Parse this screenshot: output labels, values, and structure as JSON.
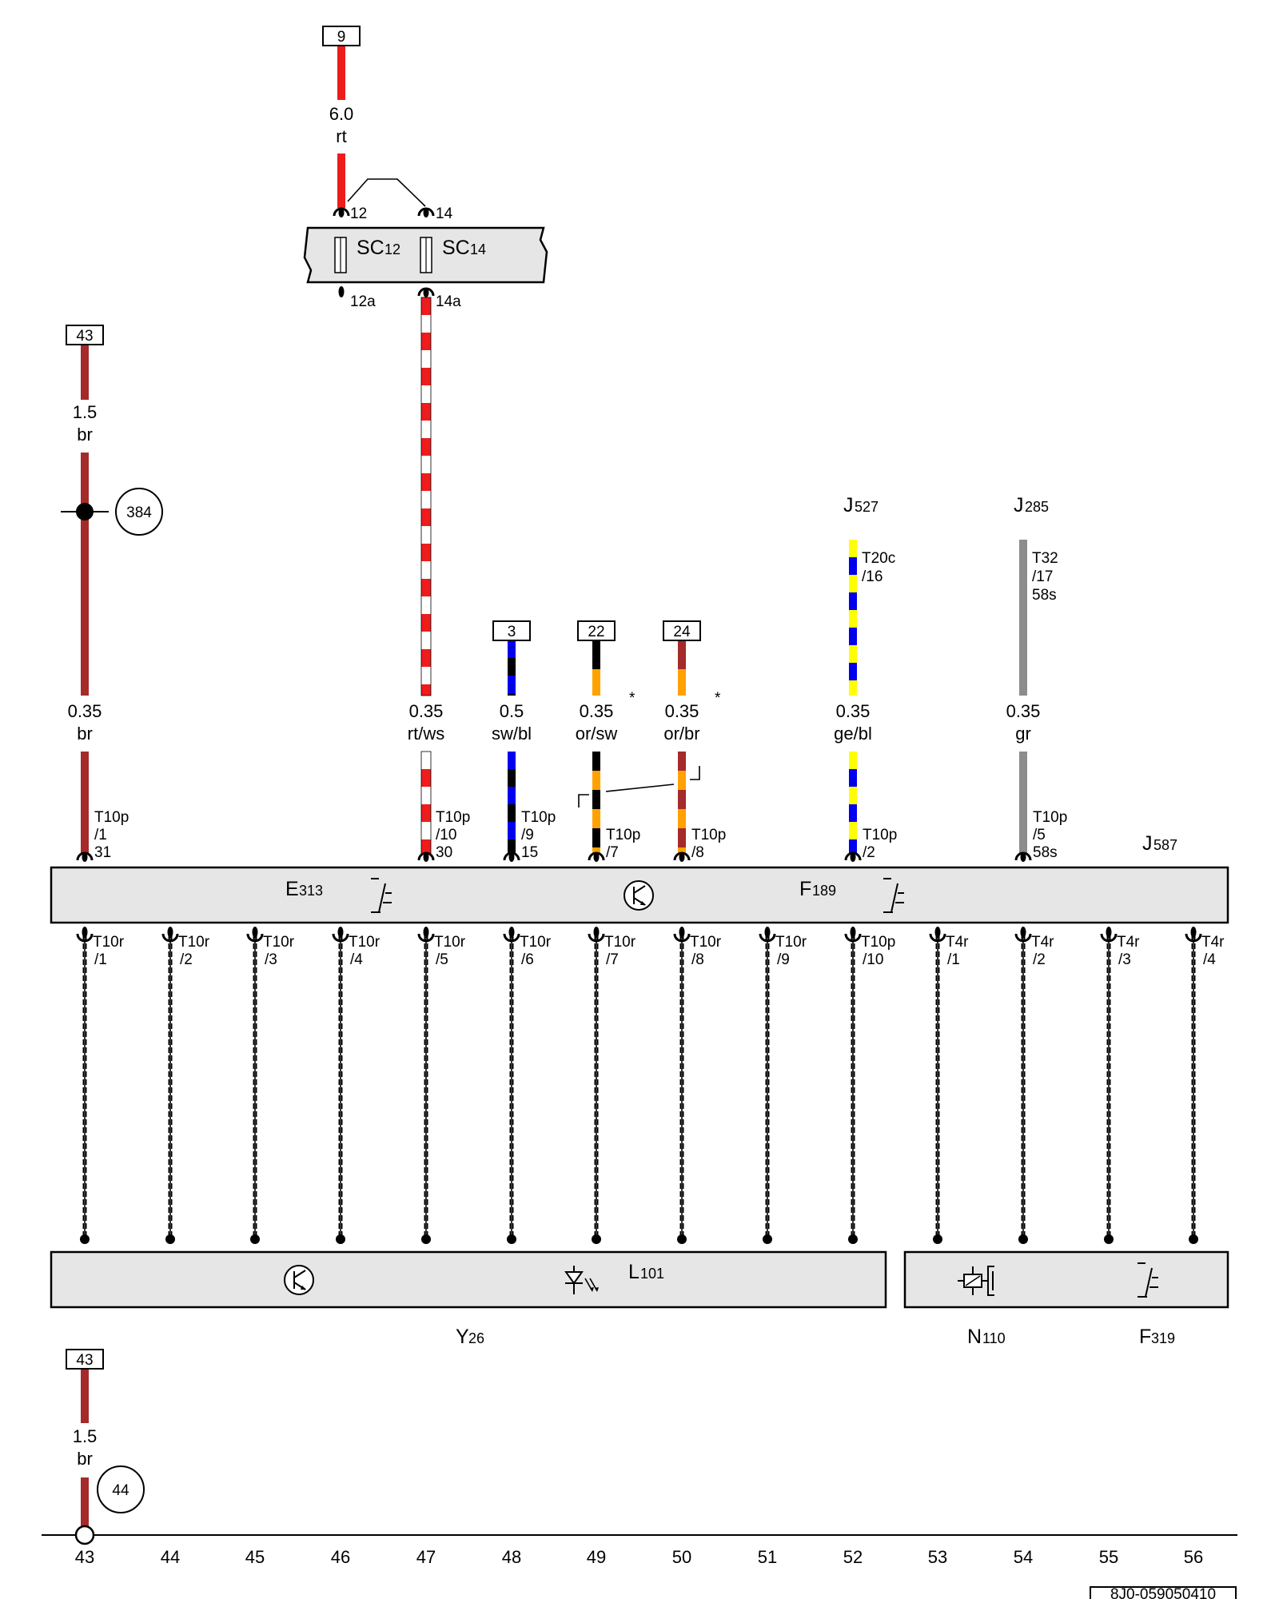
{
  "refs": {
    "wire9": "9",
    "wire43_top": "43",
    "wire3": "3",
    "wire22": "22",
    "wire24": "24",
    "wire43_bottom": "43"
  },
  "circles": {
    "c384": "384",
    "c44": "44"
  },
  "wire_specs": {
    "top_rt": {
      "size": "6.0",
      "color": "rt"
    },
    "br_15_top": {
      "size": "1.5",
      "color": "br"
    },
    "br_035": {
      "size": "0.35",
      "color": "br"
    },
    "rtws": {
      "size": "0.35",
      "color": "rt/ws"
    },
    "swbl": {
      "size": "0.5",
      "color": "sw/bl"
    },
    "orsw": {
      "size": "0.35",
      "color": "or/sw"
    },
    "orbr": {
      "size": "0.35",
      "color": "or/br"
    },
    "gebl": {
      "size": "0.35",
      "color": "ge/bl"
    },
    "gr": {
      "size": "0.35",
      "color": "gr"
    },
    "br_15_bottom": {
      "size": "1.5",
      "color": "br"
    }
  },
  "asterisk": "*",
  "fuse_box": {
    "fuse1": {
      "name": "SC",
      "num": "12",
      "pin_in": "12",
      "pin_out": "12a"
    },
    "fuse2": {
      "name": "SC",
      "num": "14",
      "pin_in": "14",
      "pin_out": "14a"
    }
  },
  "components": {
    "J527": {
      "letter": "J",
      "num": "527"
    },
    "J285": {
      "letter": "J",
      "num": "285"
    },
    "J587": {
      "letter": "J",
      "num": "587"
    },
    "E313": {
      "letter": "E",
      "num": "313"
    },
    "F189": {
      "letter": "F",
      "num": "189"
    },
    "L101": {
      "letter": "L",
      "num": "101"
    },
    "Y26": {
      "letter": "Y",
      "num": "26"
    },
    "N110": {
      "letter": "N",
      "num": "110"
    },
    "F319": {
      "letter": "F",
      "num": "319"
    }
  },
  "connectors_upper": [
    {
      "conn": "T10p",
      "pin": "/1",
      "term": "31"
    },
    {
      "conn": "T10p",
      "pin": "/10",
      "term": "30"
    },
    {
      "conn": "T10p",
      "pin": "/9",
      "term": "15"
    },
    {
      "conn": "T10p",
      "pin": "/7",
      "term": ""
    },
    {
      "conn": "T10p",
      "pin": "/8",
      "term": ""
    },
    {
      "conn": "T10p",
      "pin": "/2",
      "term": ""
    },
    {
      "conn": "T10p",
      "pin": "/5",
      "term": "58s"
    }
  ],
  "connectors_source": {
    "J527": {
      "conn": "T20c",
      "pin": "/16"
    },
    "J285": {
      "conn": "T32",
      "pin": "/17",
      "term": "58s"
    }
  },
  "connectors_lower": [
    {
      "conn": "T10r",
      "pin": "/1"
    },
    {
      "conn": "T10r",
      "pin": "/2"
    },
    {
      "conn": "T10r",
      "pin": "/3"
    },
    {
      "conn": "T10r",
      "pin": "/4"
    },
    {
      "conn": "T10r",
      "pin": "/5"
    },
    {
      "conn": "T10r",
      "pin": "/6"
    },
    {
      "conn": "T10r",
      "pin": "/7"
    },
    {
      "conn": "T10r",
      "pin": "/8"
    },
    {
      "conn": "T10r",
      "pin": "/9"
    },
    {
      "conn": "T10p",
      "pin": "/10"
    },
    {
      "conn": "T4r",
      "pin": "/1"
    },
    {
      "conn": "T4r",
      "pin": "/2"
    },
    {
      "conn": "T4r",
      "pin": "/3"
    },
    {
      "conn": "T4r",
      "pin": "/4"
    }
  ],
  "tracks": [
    "43",
    "44",
    "45",
    "46",
    "47",
    "48",
    "49",
    "50",
    "51",
    "52",
    "53",
    "54",
    "55",
    "56"
  ],
  "doc_id": "8J0-059050410",
  "colors": {
    "red": "#ee1c1c",
    "brown": "#a52a2a",
    "blue": "#0000ee",
    "yellow": "#ffff00",
    "orange": "#ffa200",
    "gray": "#8c8c8c",
    "black": "#000000",
    "white": "#ffffff"
  }
}
